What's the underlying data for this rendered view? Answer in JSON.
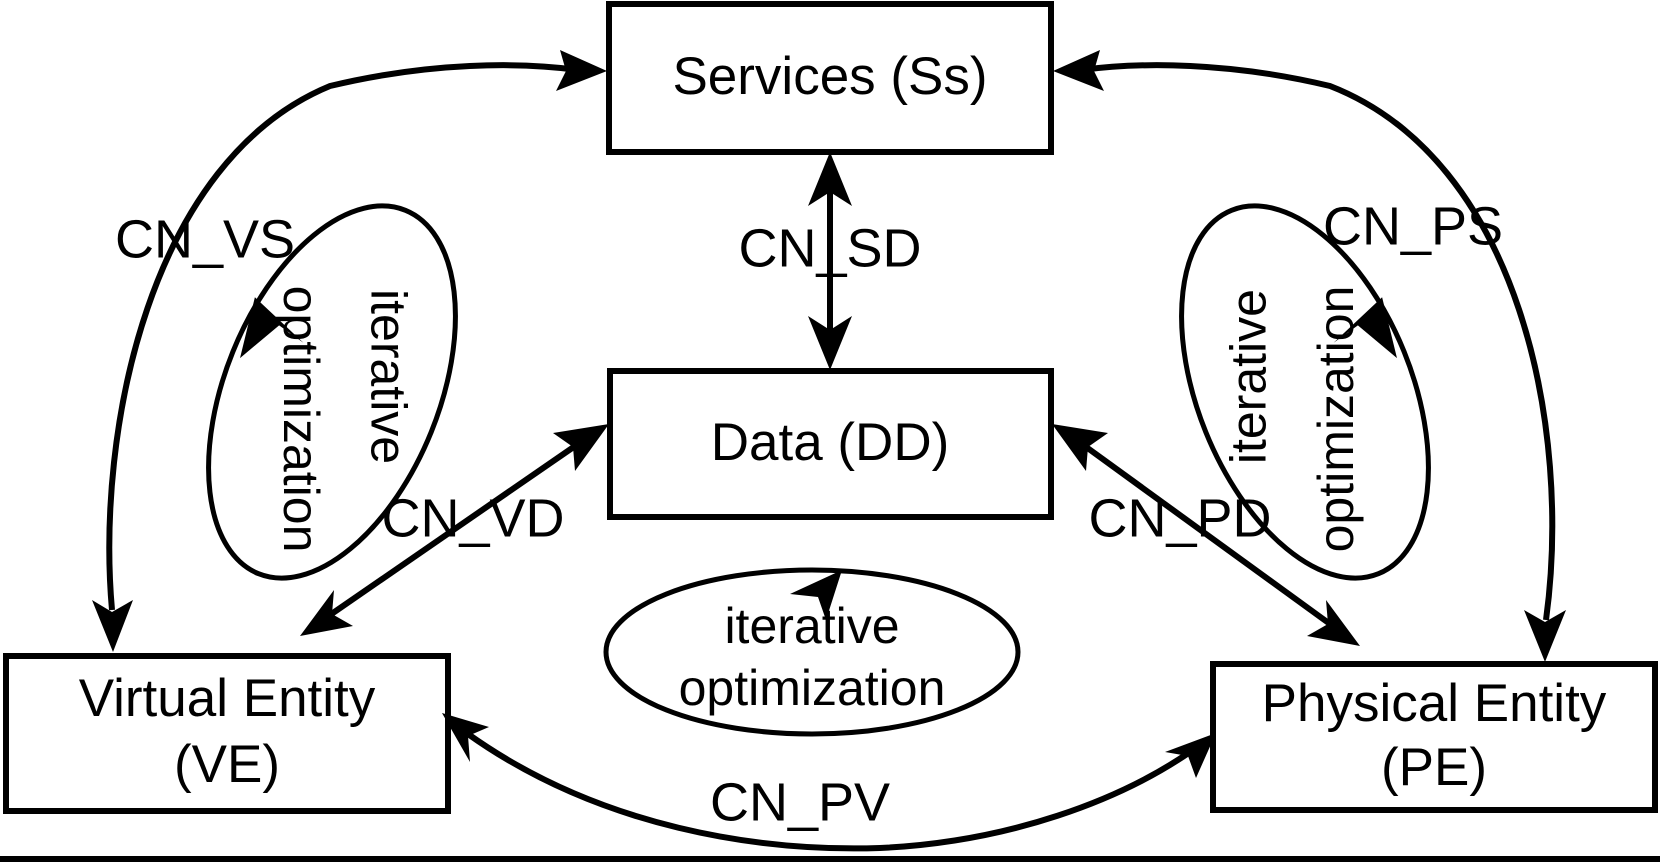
{
  "figure": {
    "title": "Digital twin five-dimension interaction diagram",
    "stroke_color": "#000000",
    "background_color": "#ffffff"
  },
  "nodes": [
    {
      "id": "services",
      "label_line1": "Services (Ss)",
      "label_line2": ""
    },
    {
      "id": "data",
      "label_line1": "Data (DD)",
      "label_line2": ""
    },
    {
      "id": "virtual_entity",
      "label_line1": "Virtual Entity",
      "label_line2": "(VE)"
    },
    {
      "id": "physical_entity",
      "label_line1": "Physical Entity",
      "label_line2": "(PE)"
    }
  ],
  "edges": [
    {
      "id": "cn_vs",
      "label": "CN_VS",
      "from": "virtual_entity",
      "to": "services",
      "direction": "bidirectional"
    },
    {
      "id": "cn_sd",
      "label": "CN_SD",
      "from": "services",
      "to": "data",
      "direction": "bidirectional"
    },
    {
      "id": "cn_ps",
      "label": "CN_PS",
      "from": "physical_entity",
      "to": "services",
      "direction": "bidirectional"
    },
    {
      "id": "cn_vd",
      "label": "CN_VD",
      "from": "virtual_entity",
      "to": "data",
      "direction": "bidirectional"
    },
    {
      "id": "cn_pd",
      "label": "CN_PD",
      "from": "physical_entity",
      "to": "data",
      "direction": "bidirectional"
    },
    {
      "id": "cn_pv",
      "label": "CN_PV",
      "from": "physical_entity",
      "to": "virtual_entity",
      "direction": "bidirectional"
    }
  ],
  "loops": [
    {
      "id": "loop_left",
      "line1": "iterative",
      "line2": "optimization",
      "orientation": "tilted-right"
    },
    {
      "id": "loop_right",
      "line1": "iterative",
      "line2": "optimization",
      "orientation": "tilted-left"
    },
    {
      "id": "loop_bottom",
      "line1": "iterative",
      "line2": "optimization",
      "orientation": "horizontal"
    }
  ]
}
